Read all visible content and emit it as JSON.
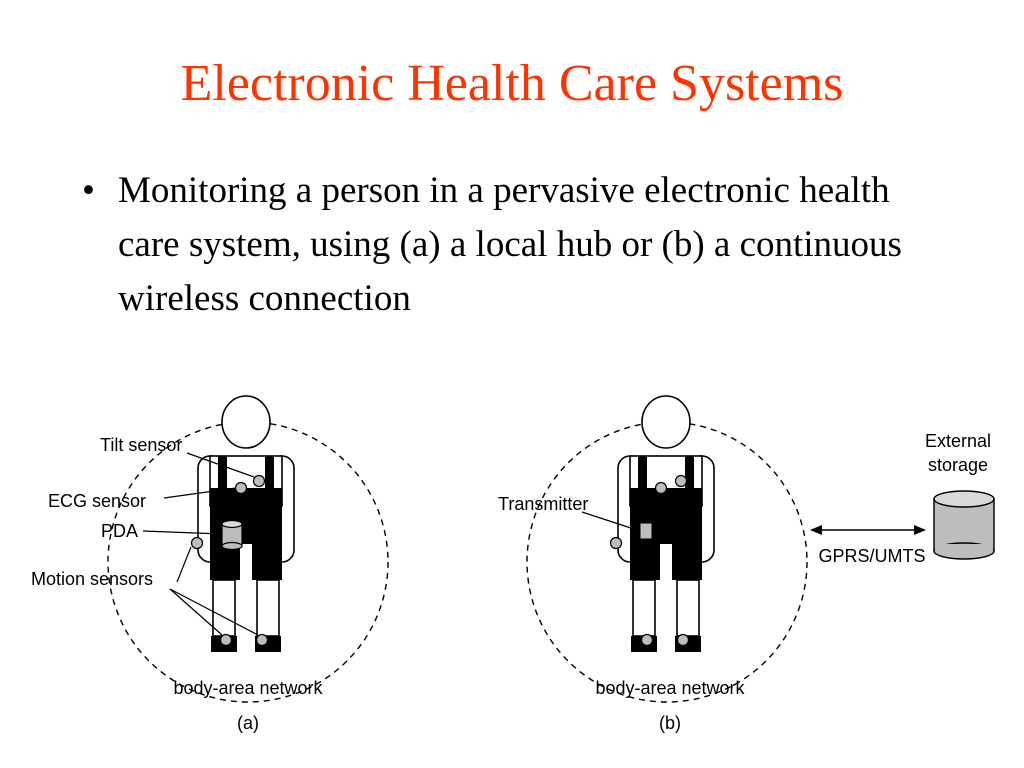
{
  "slide": {
    "title": "Electronic Health Care Systems",
    "bullets": [
      {
        "text": "Monitoring a person in a pervasive electronic health care system, using (a) a local hub or (b) a continuous wireless connection"
      }
    ]
  },
  "figure": {
    "panel_a": {
      "labels": {
        "tilt": "Tilt sensor",
        "ecg": "ECG sensor",
        "pda": "PDA",
        "motion": "Motion sensors"
      },
      "network": "body-area network",
      "caption": "(a)"
    },
    "panel_b": {
      "labels": {
        "transmitter": "Transmitter",
        "external_storage": [
          "External",
          "storage"
        ],
        "link": "GPRS/UMTS"
      },
      "network": "body-area network",
      "caption": "(b)"
    }
  }
}
